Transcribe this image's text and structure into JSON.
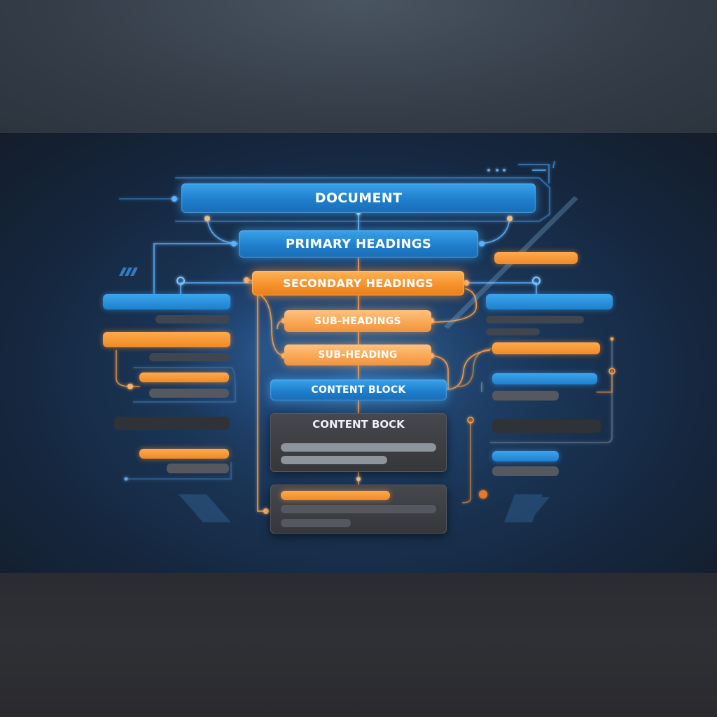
{
  "diagram": {
    "nodes": {
      "document": "DOCUMENT",
      "primary": "PRIMARY HEADINGS",
      "secondary": "SECONDARY HEADINGS",
      "sub1": "SUB-HEADINGS",
      "sub2": "SUB-HEADING",
      "content1": "CONTENT BLOCK",
      "content2": "CONTENT BOCK"
    }
  },
  "colors": {
    "blue": "#2c8fdf",
    "orange": "#f7922c",
    "light_orange": "#f9a552",
    "card": "#3a3c40",
    "background": "#1a3556"
  }
}
